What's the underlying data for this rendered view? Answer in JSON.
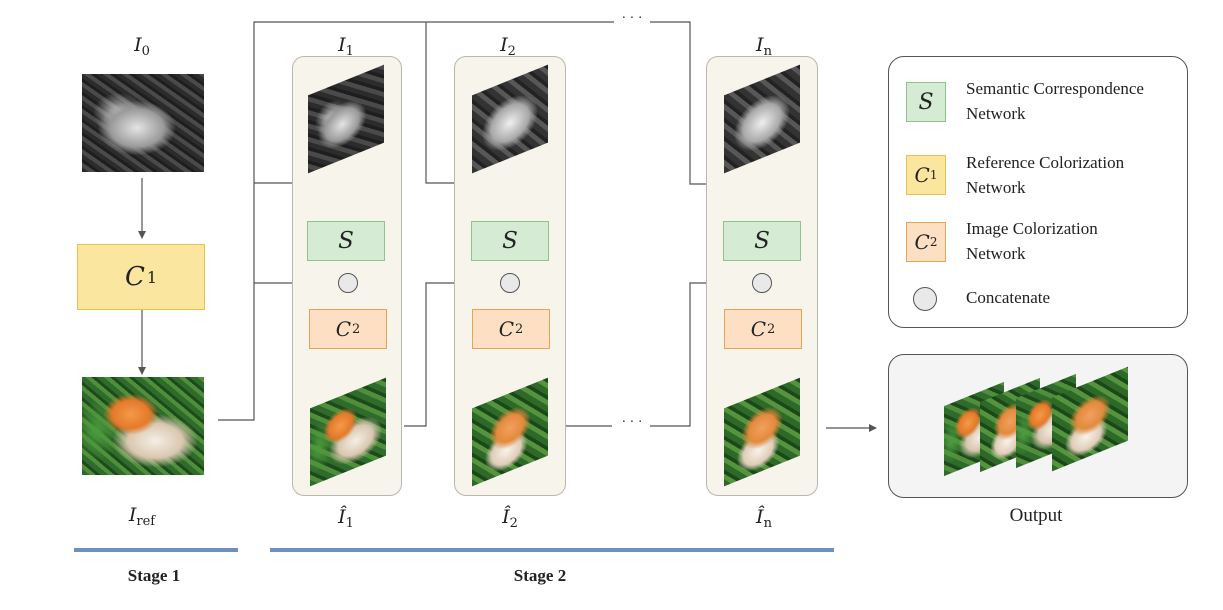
{
  "labels": {
    "i0": "I",
    "i0_sub": "0",
    "iref": "I",
    "iref_sub": "ref",
    "i1": "I",
    "i1_sub": "1",
    "i2": "I",
    "i2_sub": "2",
    "in": "I",
    "in_sub": "n",
    "ihat1": "Î",
    "ihat1_sub": "1",
    "ihat2": "Î",
    "ihat2_sub": "2",
    "ihatn": "Î",
    "ihatn_sub": "n",
    "dots": "· · ·"
  },
  "blocks": {
    "c1": "C",
    "c1_sub": "1",
    "s": "S",
    "c2": "C",
    "c2_sub": "2"
  },
  "legend": {
    "s_symbol": "S",
    "s_text1": "Semantic Correspondence",
    "s_text2": "Network",
    "c1_symbol": "C",
    "c1_sub": "1",
    "c1_text1": "Reference Colorization",
    "c1_text2": "Network",
    "c2_symbol": "C",
    "c2_sub": "2",
    "c2_text1": "Image Colorization",
    "c2_text2": "Network",
    "concat_text": "Concatenate"
  },
  "output_label": "Output",
  "stages": {
    "stage1": "Stage 1",
    "stage2": "Stage 2"
  },
  "colors": {
    "s_fill": "#d5ebd4",
    "c1_fill": "#fbe6a0",
    "c2_fill": "#fde0c4",
    "stage_bar": "#6e8fc2"
  }
}
